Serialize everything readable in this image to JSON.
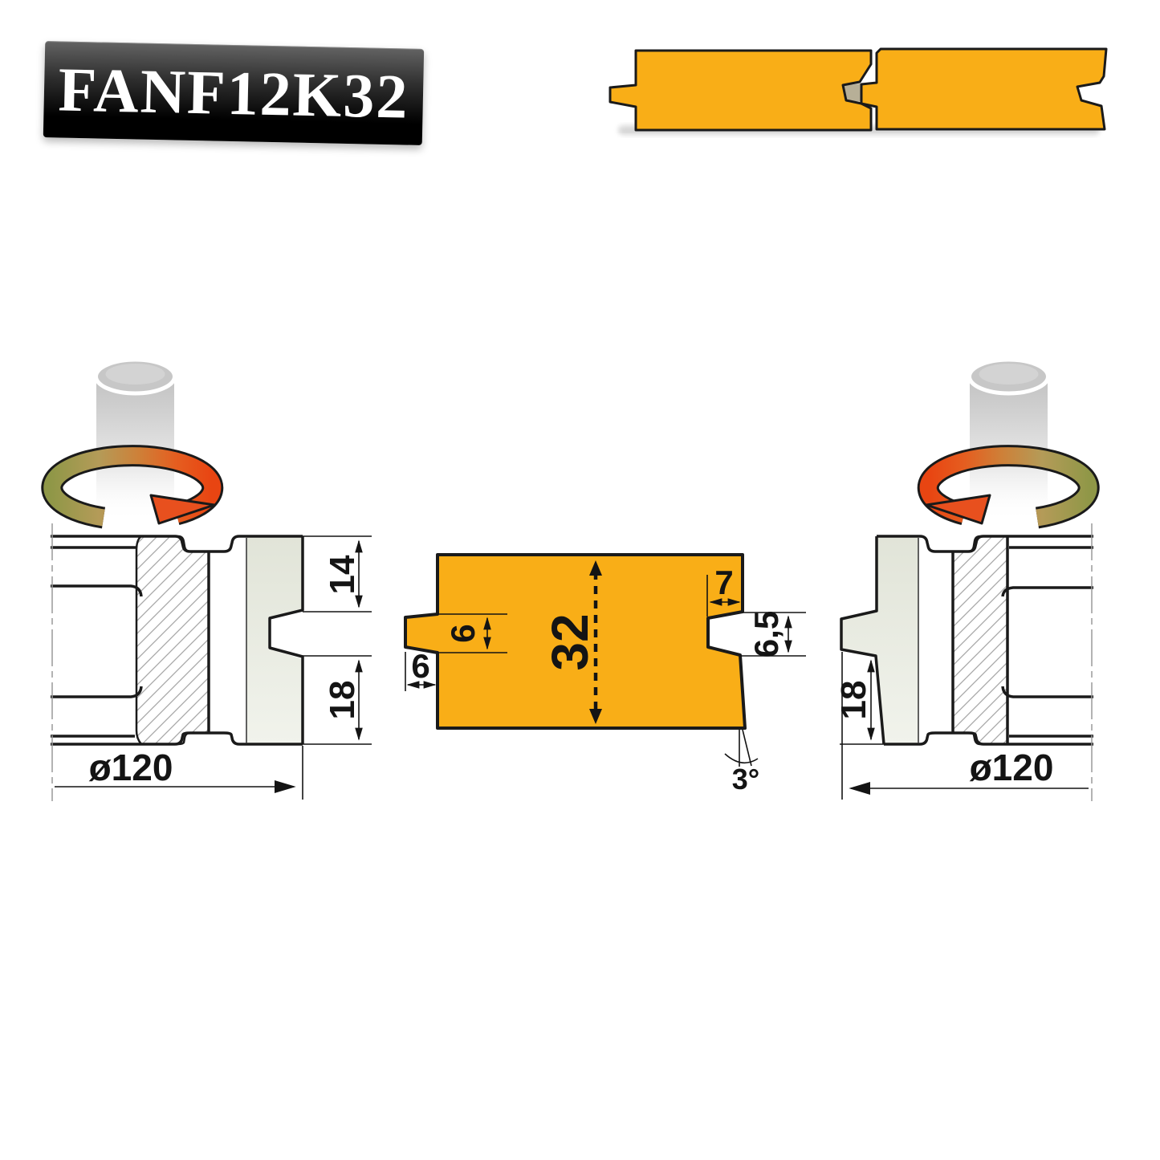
{
  "title": {
    "code": "FANF12K32"
  },
  "colors": {
    "wood": "#F9AE17",
    "outline": "#1a1a1a",
    "panel": "#E7EADF",
    "arrow_green": "#8F9747",
    "arrow_red": "#E84512",
    "dim_text": "#141414"
  },
  "icons": {
    "spindle": "spindle-shaft-icon",
    "rotation_left": "rotation-ccw-arrow-icon",
    "rotation_right": "rotation-cw-arrow-icon"
  },
  "left_cutter": {
    "dim_top": "14",
    "dim_bottom": "18",
    "dim_diameter": "ø120"
  },
  "right_cutter": {
    "dim_bottom": "18",
    "dim_diameter": "ø120"
  },
  "workpiece": {
    "dim_thickness": "32",
    "dim_tongue_height": "6",
    "dim_tongue_length": "6",
    "dim_groove_depth": "7",
    "dim_groove_mouth": "6,5",
    "dim_bevel_angle": "3°"
  }
}
